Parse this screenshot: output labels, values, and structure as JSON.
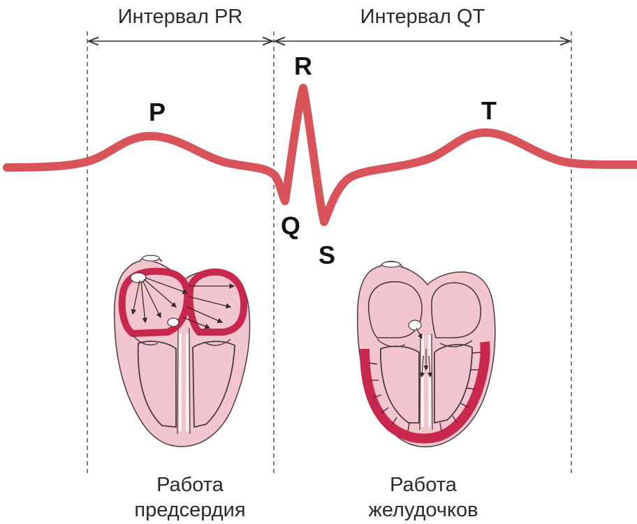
{
  "intervals": {
    "pr": "Интервал PR",
    "qt": "Интервал QT"
  },
  "waves": {
    "p": "P",
    "q": "Q",
    "r": "R",
    "s": "S",
    "t": "T"
  },
  "captions": {
    "atria": [
      "Работа",
      "предсердия"
    ],
    "ventricles": [
      "Работа",
      "желудочков"
    ]
  },
  "colors": {
    "ecg_line": "#d9545a",
    "heart_fill": "#f2c6cf",
    "heart_stroke": "#4a3a40",
    "myocardium_active": "#c8284e",
    "guide_lines": "#555555",
    "text": "#2a2a2a"
  }
}
